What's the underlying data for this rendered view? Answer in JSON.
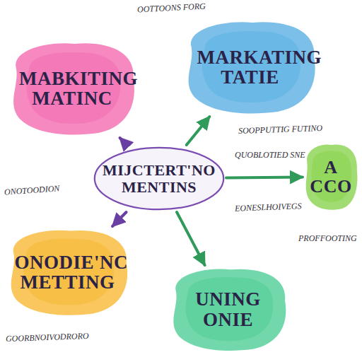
{
  "diagram": {
    "nodes": [
      {
        "text": [
          "MABKITING MATINC"
        ]
      },
      {
        "text": [
          "MARKATING TATIE"
        ]
      },
      {
        "text": [
          "MIJCTERT'NO MENTINS"
        ]
      },
      {
        "text": [
          "A CCO"
        ]
      },
      {
        "text": [
          "ONODIE'NC METTING"
        ]
      },
      {
        "text": [
          "UNING ONIE"
        ]
      }
    ],
    "edges": [
      {
        "from": 2,
        "to": 0,
        "arrow": "to"
      },
      {
        "from": 2,
        "to": 1,
        "arrow": "to"
      },
      {
        "from": 2,
        "to": 3,
        "arrow": "to"
      },
      {
        "from": 2,
        "to": 4,
        "arrow": "to"
      },
      {
        "from": 2,
        "to": 5,
        "arrow": "to"
      }
    ],
    "labels": [
      "OOTTOONS FORG",
      "SOOPPUTTIG FUTINO",
      "QUOBLOTIED SNE",
      "EONESLHOIVEGS",
      "ONOTOODION",
      "PROFFOOTING",
      "GOORBNOIVODRORO"
    ]
  }
}
